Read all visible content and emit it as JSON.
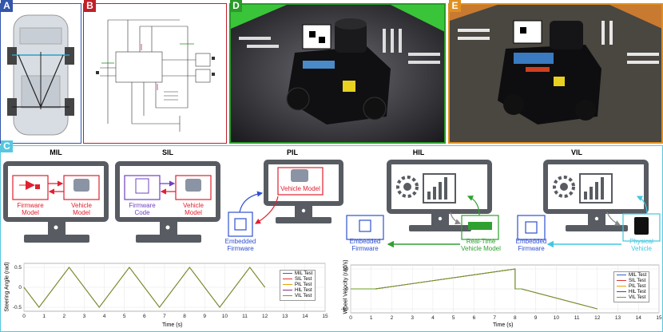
{
  "panels": {
    "a": {
      "tag": "A",
      "color": "#3355aa"
    },
    "b": {
      "tag": "B",
      "color": "#c0202a"
    },
    "d": {
      "tag": "D",
      "color": "#2a9a2a"
    },
    "e": {
      "tag": "E",
      "color": "#e09020"
    },
    "c": {
      "tag": "C",
      "color": "#55c8e0"
    }
  },
  "levels": {
    "mil": {
      "title": "MIL",
      "left_box": "Firmware\nModel",
      "right_box": "Vehicle\nModel"
    },
    "sil": {
      "title": "SIL",
      "left_box": "Firmware\nCode",
      "right_box": "Vehicle\nModel"
    },
    "pil": {
      "title": "PIL",
      "screen_box": "Vehicle Model",
      "below_box": "Embedded\nFirmware"
    },
    "hil": {
      "title": "HIL",
      "left_box": "Embedded\nFirmware",
      "right_box": "Real-Time\nVehicle Model"
    },
    "vil": {
      "title": "VIL",
      "left_box": "Embedded\nFirmware",
      "right_box": "Physical\nVehicle"
    }
  },
  "chart_data": [
    {
      "type": "line",
      "ylabel": "Steering Angle (rad)",
      "xlabel": "Time (s)",
      "xlim": [
        0,
        15
      ],
      "ylim": [
        -0.6,
        0.6
      ],
      "xticks": [
        0,
        1,
        2,
        3,
        4,
        5,
        6,
        7,
        8,
        9,
        10,
        11,
        12,
        13,
        14,
        15
      ],
      "yticks": [
        -0.5,
        0,
        0.5
      ],
      "ytick_labels": [
        "-0.5",
        "0",
        "0.5"
      ],
      "grid": true,
      "legend_position": "right",
      "series": [
        {
          "name": "MIL Test",
          "color": "#3a5fcd",
          "x": [
            0,
            0.75,
            2.25,
            3.75,
            5.25,
            6.75,
            8.25,
            9.75,
            11.25,
            12
          ],
          "y": [
            0,
            -0.5,
            0.5,
            -0.5,
            0.5,
            -0.5,
            0.5,
            -0.5,
            0.5,
            0
          ]
        },
        {
          "name": "SIL Test",
          "color": "#e03030",
          "x": [
            0,
            0.75,
            2.25,
            3.75,
            5.25,
            6.75,
            8.25,
            9.75,
            11.25,
            12
          ],
          "y": [
            0,
            -0.5,
            0.5,
            -0.5,
            0.5,
            -0.5,
            0.5,
            -0.5,
            0.5,
            0
          ]
        },
        {
          "name": "PIL Test",
          "color": "#e6a000",
          "x": [
            0,
            0.75,
            2.25,
            3.75,
            5.25,
            6.75,
            8.25,
            9.75,
            11.25,
            12
          ],
          "y": [
            0,
            -0.5,
            0.5,
            -0.5,
            0.5,
            -0.5,
            0.5,
            -0.5,
            0.5,
            0
          ]
        },
        {
          "name": "HIL Test",
          "color": "#8a2a9a",
          "x": [
            0,
            0.75,
            2.25,
            3.75,
            5.25,
            6.75,
            8.25,
            9.75,
            11.25,
            12
          ],
          "y": [
            0,
            -0.5,
            0.5,
            -0.5,
            0.5,
            -0.5,
            0.5,
            -0.5,
            0.5,
            0
          ]
        },
        {
          "name": "VIL Test",
          "color": "#6aa020",
          "x": [
            0,
            0.75,
            2.25,
            3.75,
            5.25,
            6.75,
            8.25,
            9.75,
            11.25,
            12
          ],
          "y": [
            0,
            -0.5,
            0.5,
            -0.5,
            0.5,
            -0.5,
            0.5,
            -0.5,
            0.5,
            0
          ]
        }
      ]
    },
    {
      "type": "line",
      "ylabel": "Wheel Velocity (rad/s)",
      "xlabel": "Time (s)",
      "xlim": [
        0,
        15
      ],
      "ylim": [
        -12,
        12
      ],
      "xticks": [
        0,
        1,
        2,
        3,
        4,
        5,
        6,
        7,
        8,
        9,
        10,
        11,
        12,
        13,
        14,
        15
      ],
      "yticks": [
        -10,
        0,
        10
      ],
      "ytick_labels": [
        "-10",
        "0",
        "10"
      ],
      "grid": true,
      "legend_position": "right",
      "series": [
        {
          "name": "MIL Test",
          "color": "#3a5fcd",
          "x": [
            0,
            1.2,
            8,
            8,
            8.3,
            12
          ],
          "y": [
            0,
            0,
            10,
            0,
            0,
            -10
          ]
        },
        {
          "name": "SIL Test",
          "color": "#e03030",
          "x": [
            0,
            1.2,
            8,
            8,
            8.3,
            12
          ],
          "y": [
            0,
            0,
            10,
            0,
            0,
            -10
          ]
        },
        {
          "name": "PIL Test",
          "color": "#e6a000",
          "x": [
            0,
            1.2,
            8,
            8,
            8.3,
            12
          ],
          "y": [
            0,
            0,
            10,
            0,
            0,
            -10
          ]
        },
        {
          "name": "HIL Test",
          "color": "#8a2a9a",
          "x": [
            0,
            1.2,
            8,
            8,
            8.3,
            12
          ],
          "y": [
            0,
            0,
            10,
            0,
            0,
            -10
          ]
        },
        {
          "name": "VIL Test",
          "color": "#6aa020",
          "x": [
            0,
            1.2,
            8,
            8,
            8.3,
            12
          ],
          "y": [
            0,
            0,
            10,
            0,
            0,
            -10
          ]
        }
      ]
    }
  ]
}
